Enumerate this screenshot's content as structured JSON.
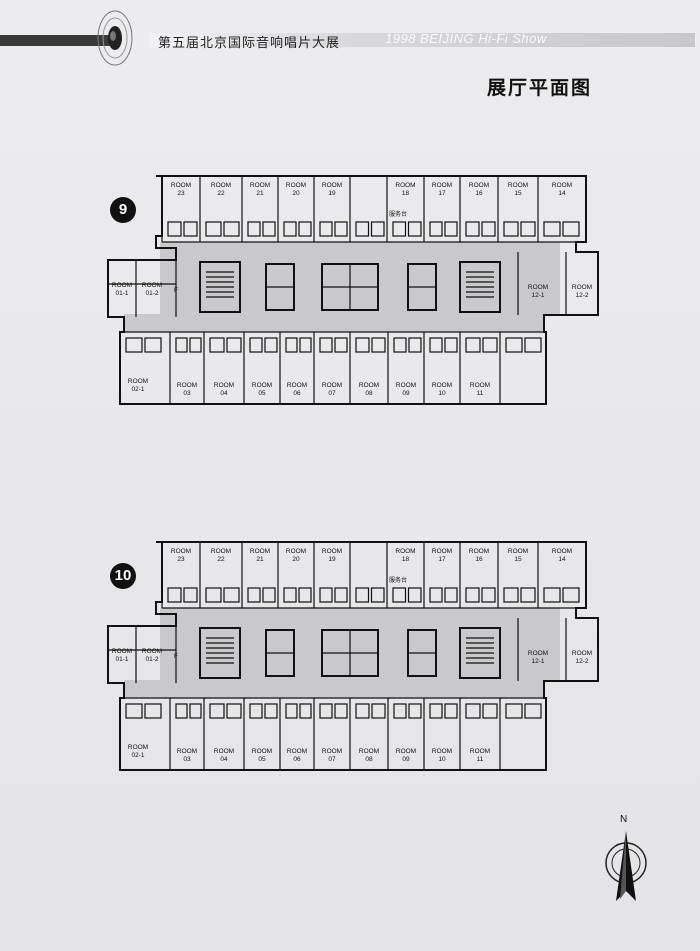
{
  "header": {
    "title": "第五届北京国际音响唱片大展",
    "subtitle": "1998 BEIJING Hi-Fi Show"
  },
  "page_heading": "展厅平面图",
  "compass": {
    "label": "N"
  },
  "floors": [
    {
      "badge": "9",
      "desk_label": "服务台",
      "stair_label": "F",
      "top_rooms": [
        "23",
        "22",
        "21",
        "20",
        "19",
        "18",
        "17",
        "16",
        "15",
        "14"
      ],
      "side_rooms": [
        "01-1",
        "01-2",
        "12-1",
        "12-2"
      ],
      "bottom_rooms": [
        "02-1",
        "03",
        "04",
        "05",
        "06",
        "07",
        "08",
        "09",
        "10",
        "11"
      ],
      "room_word": "ROOM"
    },
    {
      "badge": "10",
      "desk_label": "服务台",
      "stair_label": "F",
      "top_rooms": [
        "23",
        "22",
        "21",
        "20",
        "19",
        "18",
        "17",
        "16",
        "15",
        "14"
      ],
      "side_rooms": [
        "01-1",
        "01-2",
        "12-1",
        "12-2"
      ],
      "bottom_rooms": [
        "02-1",
        "03",
        "04",
        "05",
        "06",
        "07",
        "08",
        "09",
        "10",
        "11"
      ],
      "room_word": "ROOM"
    }
  ]
}
